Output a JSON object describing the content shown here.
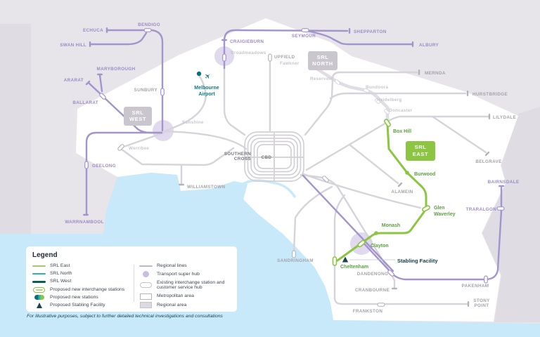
{
  "map": {
    "labels": {
      "echuca": "ECHUCA",
      "bendigo": "BENDIGO",
      "swan_hill": "SWAN HILL",
      "maryborough": "MARYBOROUGH",
      "ararat": "ARARAT",
      "ballarat": "BALLARAT",
      "geelong": "GEELONG",
      "warrnambool": "WARRNAMBOOL",
      "seymour": "SEYMOUR",
      "shepparton": "SHEPPARTON",
      "albury": "ALBURY",
      "craigieburn": "CRAIGIEBURN",
      "sunbury": "SUNBURY",
      "upfield": "UPFIELD",
      "fawkner": "Fawkner",
      "broadmeadows": "Broadmeadows",
      "reservoir": "Reservoir",
      "mernda": "MERNDA",
      "bundoora": "Bundoora",
      "heidelberg": "Heidelberg",
      "doncaster": "Doncaster",
      "hurstbridge": "HURSTBRIDGE",
      "lilydale": "LILYDALE",
      "belgrave": "BELGRAVE",
      "werribee": "Werribee",
      "sunshine": "Sunshine",
      "williamstown": "WILLIAMSTOWN",
      "southern_cross_l1": "SOUTHERN",
      "southern_cross_l2": "CROSS",
      "cbd": "CBD",
      "alamein": "ALAMEIN",
      "sandringham": "SANDRINGHAM",
      "dandenong": "DANDENONG",
      "cranbourne": "CRANBOURNE",
      "frankston": "FRANKSTON",
      "stony_point_l1": "STONY",
      "stony_point_l2": "POINT",
      "pakenham": "PAKENHAM",
      "bairnsdale": "BAIRNSDALE",
      "traralgon": "TRARALGON",
      "melbourne_airport_l1": "Melbourne",
      "melbourne_airport_l2": "Airport",
      "box_hill": "Box Hill",
      "burwood": "Burwood",
      "glen_waverley_l1": "Glen",
      "glen_waverley_l2": "Waverley",
      "monash": "Monash",
      "clayton": "Clayton",
      "cheltenham": "Cheltenham",
      "stabling_facility": "Stabling Facility",
      "srl_west_l1": "SRL",
      "srl_west_l2": "WEST",
      "srl_north_l1": "SRL",
      "srl_north_l2": "NORTH",
      "srl_east_l1": "SRL",
      "srl_east_l2": "EAST"
    },
    "colors": {
      "srl_east": "#8BC541",
      "srl_north": "#2CB5A5",
      "srl_west": "#0A5F52",
      "regional_line": "#A394CD",
      "transport_hub": "#C9BCE2",
      "water": "#C8E9FA",
      "stabling": "#1C4450",
      "metro_area": "#FFFFFF",
      "regional_area": "#DFDCE3"
    }
  },
  "legend": {
    "title": "Legend",
    "left": [
      {
        "label": "SRL East"
      },
      {
        "label": "SRL North"
      },
      {
        "label": "SRL West"
      },
      {
        "label": "Proposed new interchange stations"
      },
      {
        "label": "Proposed new stations"
      },
      {
        "label": "Proposed Stabling Facility"
      }
    ],
    "right": [
      {
        "label": "Regional lines"
      },
      {
        "label": "Transport super hub"
      },
      {
        "label": "Existing interchange station and customer service hub"
      },
      {
        "label": "Metropolitan area"
      },
      {
        "label": "Regional area"
      }
    ]
  },
  "footer": "For illustrative purposes, subject to further detailed technical investigations and consultations"
}
